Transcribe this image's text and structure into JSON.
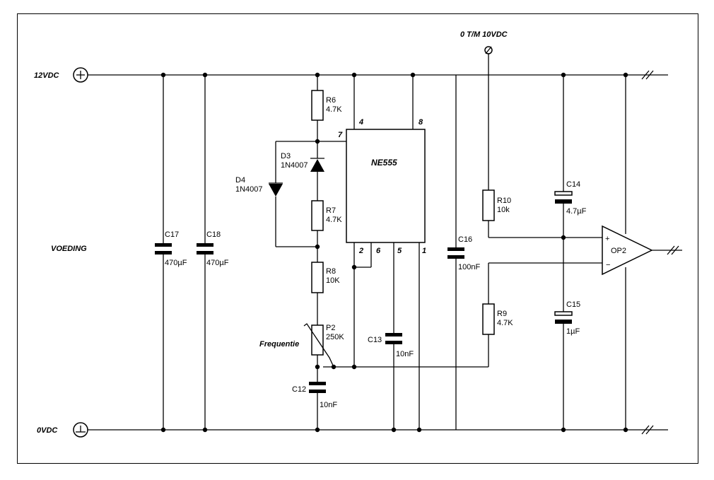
{
  "rails": {
    "supply_label": "12VDC",
    "ground_label": "0VDC",
    "section_label": "VOEDING",
    "control_input_label": "0  T/M 10VDC"
  },
  "ic": {
    "name": "NE555",
    "pins": {
      "p4": "4",
      "p8": "8",
      "p7": "7",
      "p2": "2",
      "p6": "6",
      "p5": "5",
      "p1": "1"
    }
  },
  "opamp": {
    "name": "OP2",
    "plus": "+",
    "minus": "−"
  },
  "components": {
    "c17": {
      "ref": "C17",
      "value": "470µF"
    },
    "c18": {
      "ref": "C18",
      "value": "470µF"
    },
    "r6": {
      "ref": "R6",
      "value": "4.7K"
    },
    "d3": {
      "ref": "D3",
      "value": "1N4007"
    },
    "d4": {
      "ref": "D4",
      "value": "1N4007"
    },
    "r7": {
      "ref": "R7",
      "value": "4.7K"
    },
    "r8": {
      "ref": "R8",
      "value": "10K"
    },
    "p2": {
      "ref": "P2",
      "value": "250K",
      "function": "Frequentie"
    },
    "c12": {
      "ref": "C12",
      "value": "10nF"
    },
    "c13": {
      "ref": "C13",
      "value": "10nF"
    },
    "c16": {
      "ref": "C16",
      "value": "100nF"
    },
    "r10": {
      "ref": "R10",
      "value": "10k"
    },
    "r9": {
      "ref": "R9",
      "value": "4.7K"
    },
    "c14": {
      "ref": "C14",
      "value": "4.7µF"
    },
    "c15": {
      "ref": "C15",
      "value": "1µF"
    }
  }
}
